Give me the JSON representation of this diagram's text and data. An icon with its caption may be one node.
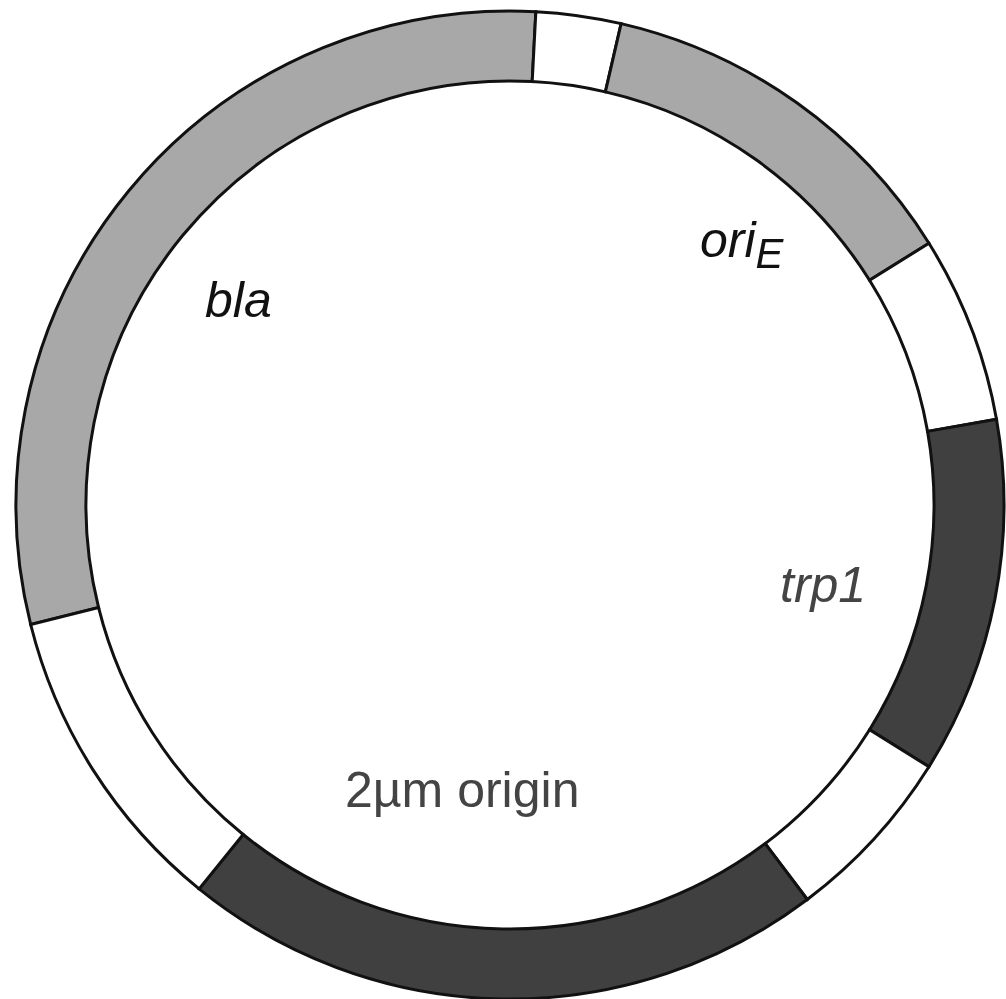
{
  "diagram": {
    "labels": [
      "bla",
      "ori$_{E}$",
      "trp1",
      "2µm origin"
    ]
  }
}
